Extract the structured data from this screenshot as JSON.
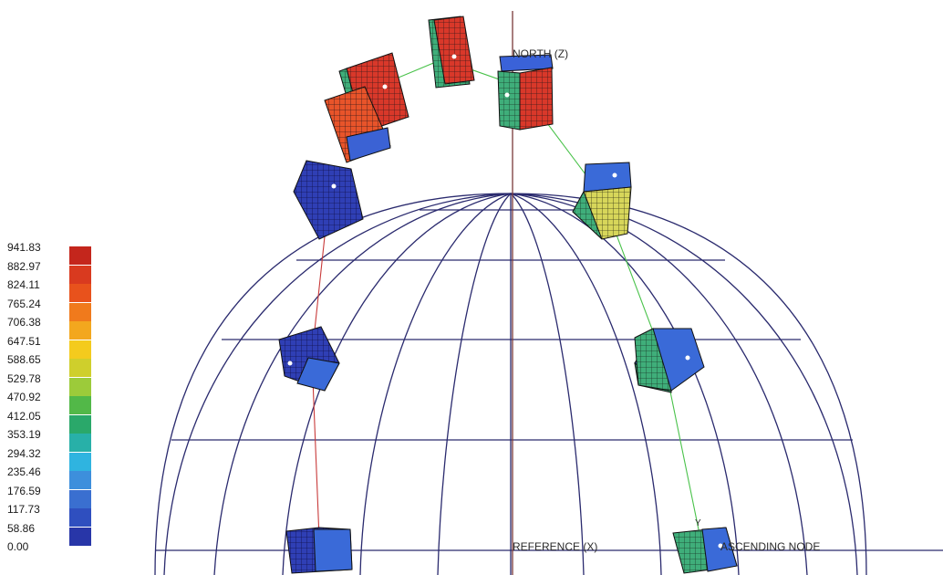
{
  "axes": {
    "north_label": "NORTH (Z)",
    "reference_label": "REFERENCE (X)",
    "node_label": "ASCENDING NODE",
    "y_label": "Y"
  },
  "legend": {
    "labels": [
      "941.83",
      "882.97",
      "824.11",
      "765.24",
      "706.38",
      "647.51",
      "588.65",
      "529.78",
      "470.92",
      "412.05",
      "353.19",
      "294.32",
      "235.46",
      "176.59",
      "117.73",
      "58.86",
      "0.00"
    ],
    "colors": [
      "#c4261c",
      "#d93a1f",
      "#e8521c",
      "#f07a1c",
      "#f3a71e",
      "#f4cb1d",
      "#cfcf2c",
      "#9ccb3a",
      "#52b848",
      "#2aa86a",
      "#28b0a8",
      "#2fb4e0",
      "#3d8fdc",
      "#3a6fd0",
      "#2f4fbf",
      "#2836a8",
      "#23238e"
    ]
  },
  "colors": {
    "sphere_lines": "#2a2a6e",
    "axis_lines": "#7a3a3a",
    "left_path": "#c83a3a",
    "right_path": "#49c24a"
  }
}
